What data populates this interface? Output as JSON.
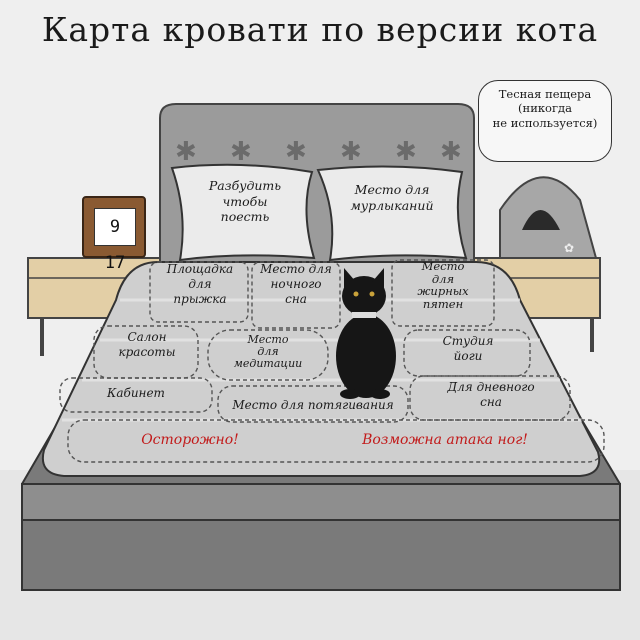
{
  "title": "Карта кровати по версии кота",
  "bubble": {
    "text": "Тесная пещера\n(никогда\nне используется)"
  },
  "clock": {
    "time": "9 17"
  },
  "pillows": {
    "left": "Разбудить\nчтобы\nпоесть",
    "right": "Место для\nмурлыканий"
  },
  "zones": {
    "jump": "Площадка\nдля\nпрыжка",
    "night_sleep": "Место для\nночного\nсна",
    "greasy": "Место\nдля\nжирных\nпятен",
    "beauty": "Салон\nкрасоты",
    "meditation": "Место\nдля\nмедитации",
    "yoga": "Студия\nйоги",
    "office": "Кабинет",
    "stretch": "Место для потягивания",
    "day_sleep": "Для дневного\nсна"
  },
  "warnings": {
    "careful": "Осторожно!",
    "legs": "Возможна атака ног!"
  },
  "colors": {
    "wall": "#efefef",
    "bed_frame": "#7a7a7a",
    "headboard": "#9b9b9b",
    "sheet": "#cfcfcf",
    "nightstand": "#e3cfa6",
    "accent_red": "#c21b1b",
    "cat": "#161616"
  }
}
